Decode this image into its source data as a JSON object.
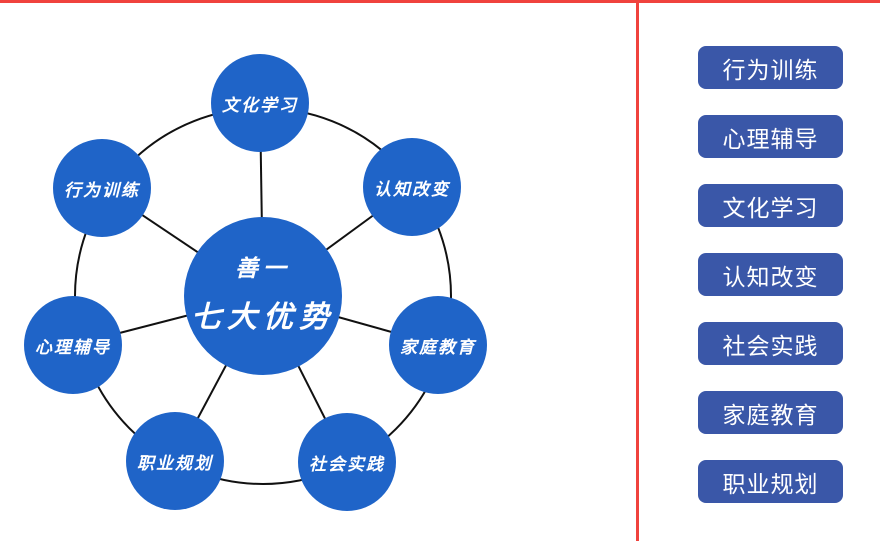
{
  "diagram": {
    "center": {
      "line1": "善一",
      "line2": "七大优势"
    },
    "nodes": [
      {
        "label": "文化学习"
      },
      {
        "label": "认知改变"
      },
      {
        "label": "家庭教育"
      },
      {
        "label": "社会实践"
      },
      {
        "label": "职业规划"
      },
      {
        "label": "心理辅导"
      },
      {
        "label": "行为训练"
      }
    ]
  },
  "sidebar": {
    "buttons": [
      {
        "label": "行为训练"
      },
      {
        "label": "心理辅导"
      },
      {
        "label": "文化学习"
      },
      {
        "label": "认知改变"
      },
      {
        "label": "社会实践"
      },
      {
        "label": "家庭教育"
      },
      {
        "label": "职业规划"
      }
    ]
  },
  "colors": {
    "node_blue": "#1f64c8",
    "button_blue": "#3a57a8",
    "divider_red": "#f0423d",
    "connector_black": "#111111",
    "text_white": "#ffffff"
  }
}
